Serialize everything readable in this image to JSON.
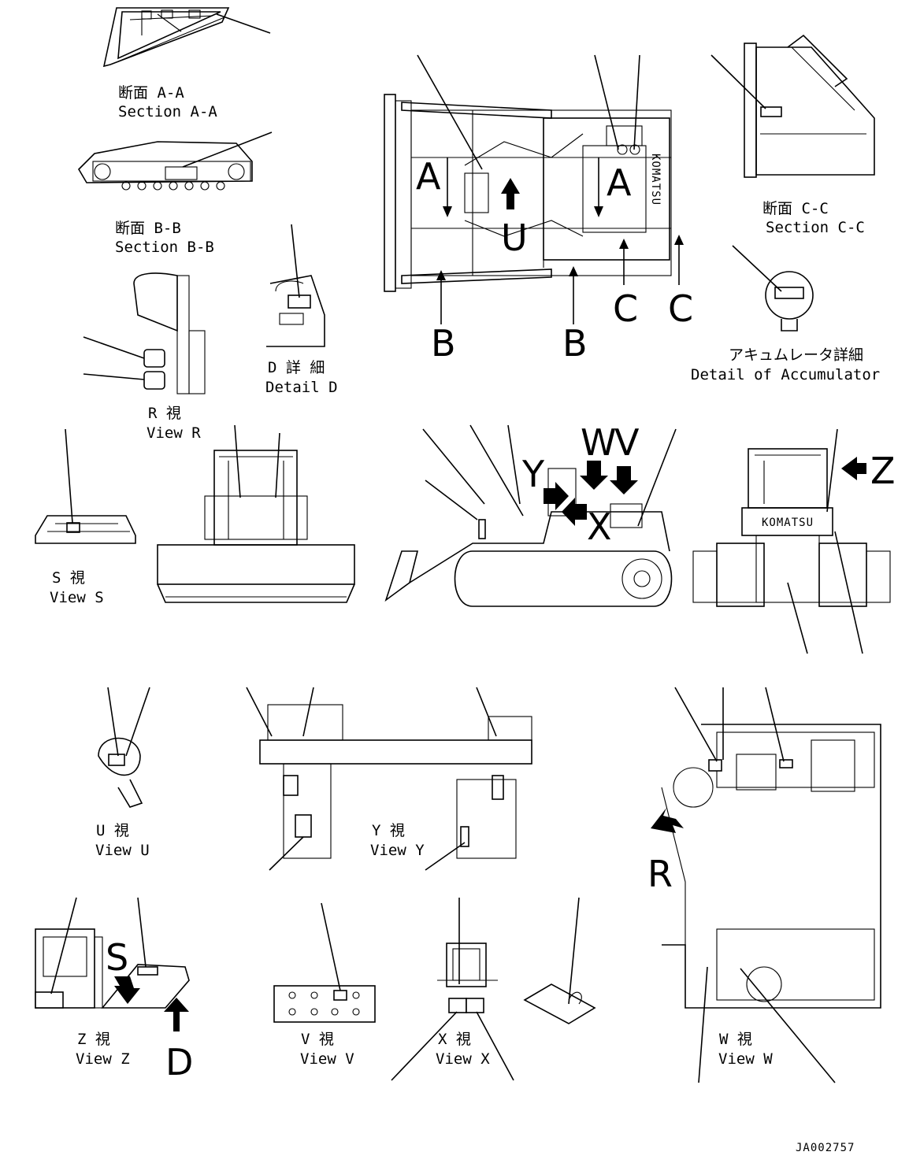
{
  "captions": {
    "section_aa_jp": "断面 A-A",
    "section_aa_en": "Section A-A",
    "section_bb_jp": "断面 B-B",
    "section_bb_en": "Section B-B",
    "section_cc_jp": "断面 C-C",
    "section_cc_en": "Section C-C",
    "detail_d_jp": "D 詳 細",
    "detail_d_en": "Detail D",
    "accumulator_jp": "アキュムレータ詳細",
    "accumulator_en": "Detail of Accumulator",
    "view_r_jp": "R 視",
    "view_r_en": "View R",
    "view_s_jp": "S 視",
    "view_s_en": "View S",
    "view_u_jp": "U 視",
    "view_u_en": "View U",
    "view_y_jp": "Y 視",
    "view_y_en": "View Y",
    "view_z_jp": "Z 視",
    "view_z_en": "View Z",
    "view_v_jp": "V 視",
    "view_v_en": "View V",
    "view_x_jp": "X 視",
    "view_x_en": "View X",
    "view_w_jp": "W 視",
    "view_w_en": "View W"
  },
  "markers": {
    "a": "A",
    "b": "B",
    "c": "C",
    "u": "U",
    "w": "W",
    "v": "V",
    "y": "Y",
    "x": "X",
    "z": "Z",
    "s": "S",
    "r": "R",
    "d": "D"
  },
  "brand_text": "KOMATSU",
  "drawing_code": "JA002757"
}
